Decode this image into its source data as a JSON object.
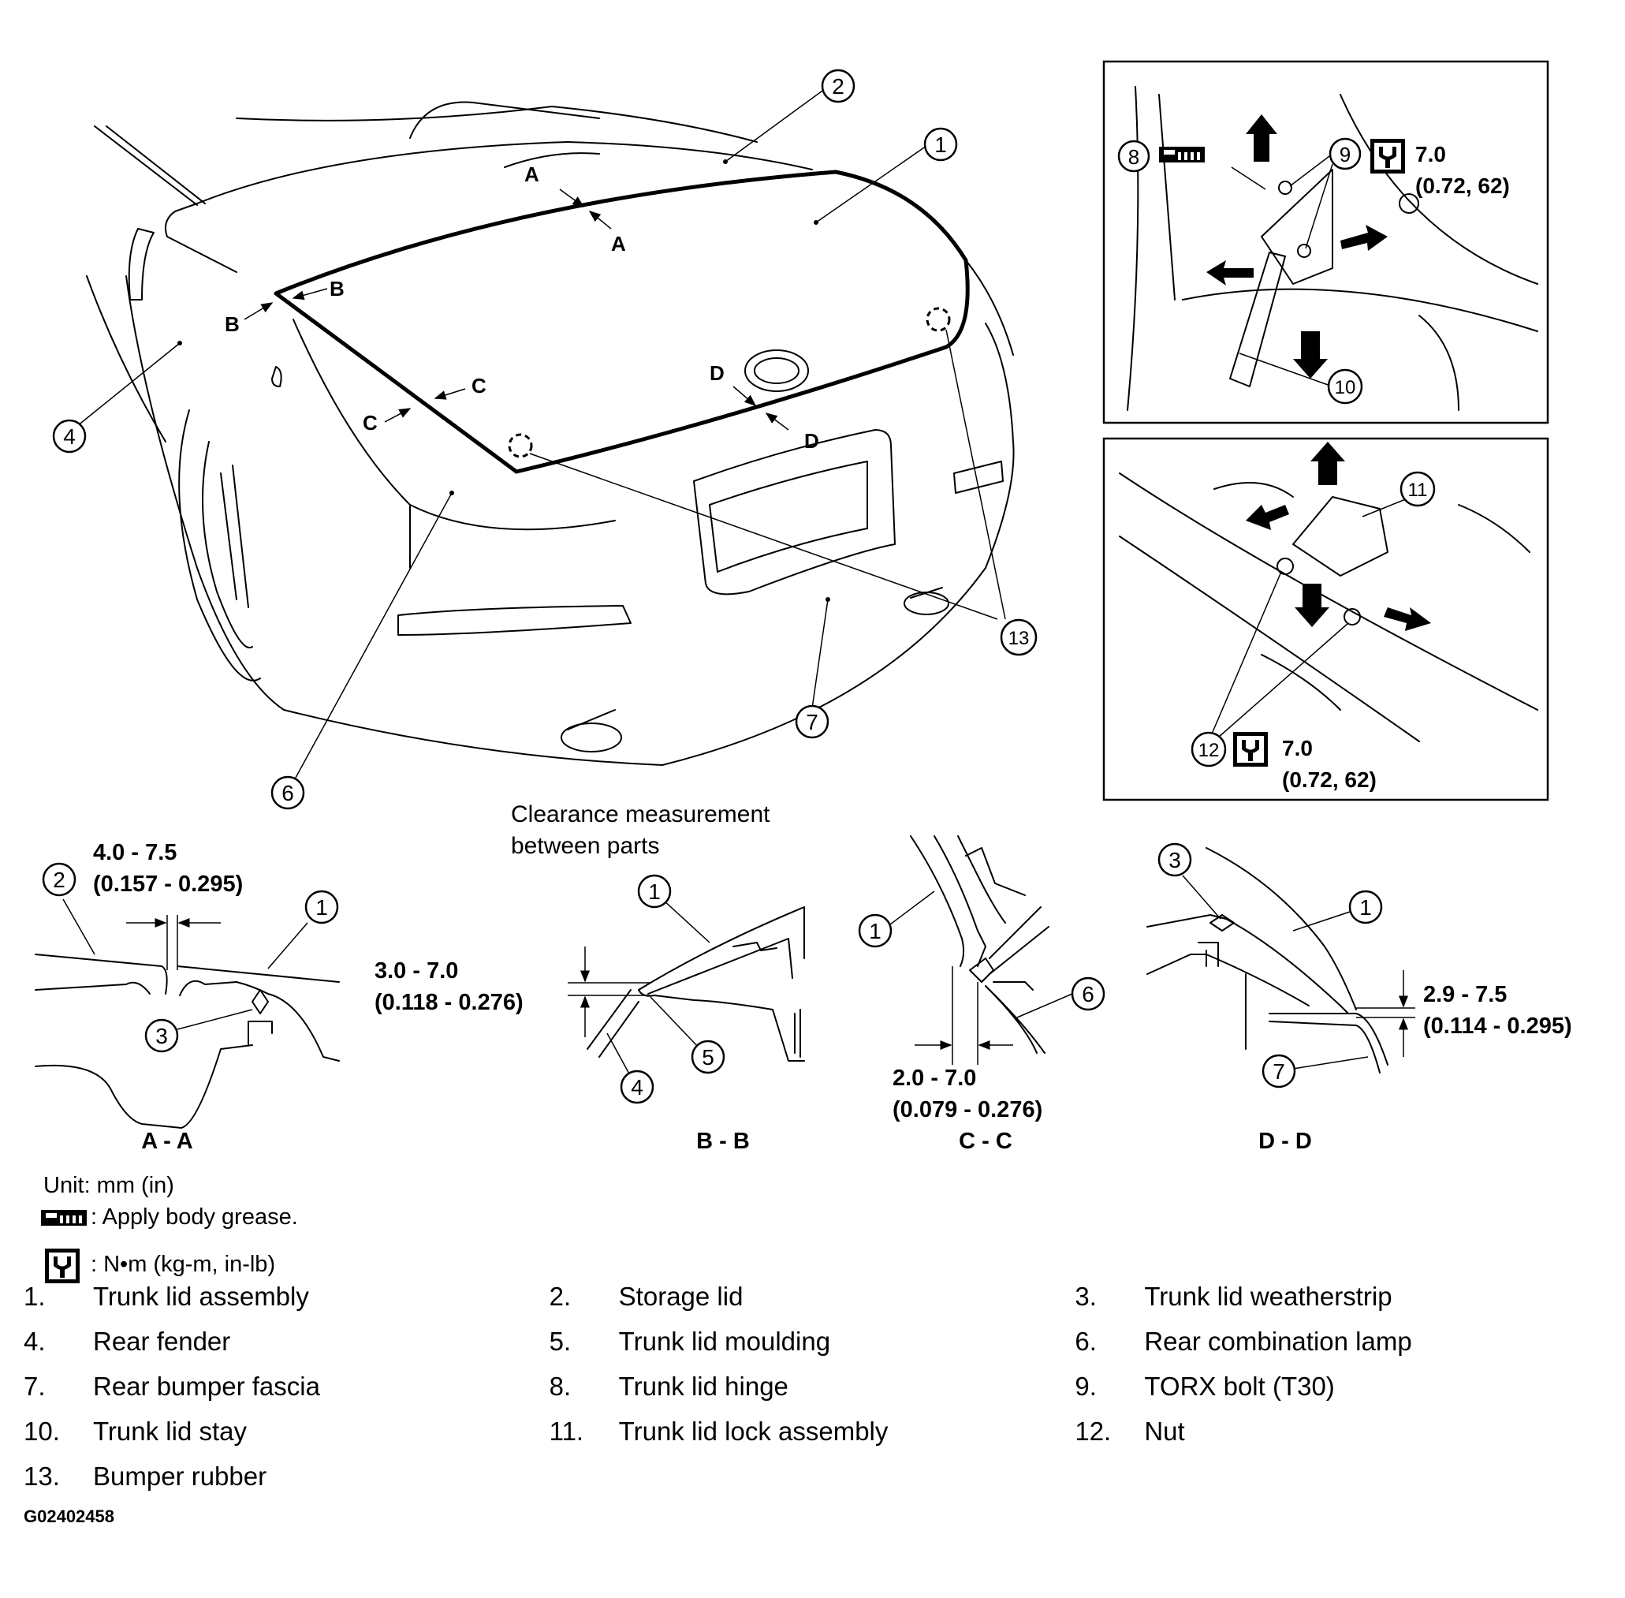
{
  "callouts": {
    "c1": "1",
    "c2": "2",
    "c3": "3",
    "c4": "4",
    "c5": "5",
    "c6": "6",
    "c7": "7",
    "c8": "8",
    "c9": "9",
    "c10": "10",
    "c11": "11",
    "c12": "12",
    "c13": "13"
  },
  "section_markers": {
    "a": "A",
    "b": "B",
    "c": "C",
    "d": "D"
  },
  "torque": {
    "hinge_value": "7.0",
    "hinge_units": "(0.72, 62)",
    "lock_value": "7.0",
    "lock_units": "(0.72, 62)"
  },
  "clearance_title": [
    "Clearance measurement",
    "between parts"
  ],
  "sections": {
    "aa": {
      "label": "A - A",
      "dim": "4.0 - 7.5",
      "dim_in": "(0.157 - 0.295)"
    },
    "bb": {
      "label": "B - B",
      "dim": "3.0 - 7.0",
      "dim_in": "(0.118 - 0.276)"
    },
    "cc": {
      "label": "C - C",
      "dim": "2.0 - 7.0",
      "dim_in": "(0.079 - 0.276)"
    },
    "dd": {
      "label": "D - D",
      "dim": "2.9 - 7.5",
      "dim_in": "(0.114 - 0.295)"
    }
  },
  "notes": {
    "unit": "Unit: mm (in)",
    "grease": ": Apply body grease.",
    "torque": ": N•m (kg-m, in-lb)"
  },
  "legend": [
    {
      "num": "1.",
      "label": "Trunk lid assembly"
    },
    {
      "num": "2.",
      "label": "Storage lid"
    },
    {
      "num": "3.",
      "label": "Trunk lid weatherstrip"
    },
    {
      "num": "4.",
      "label": "Rear fender"
    },
    {
      "num": "5.",
      "label": "Trunk lid moulding"
    },
    {
      "num": "6.",
      "label": "Rear combination lamp"
    },
    {
      "num": "7.",
      "label": "Rear bumper fascia"
    },
    {
      "num": "8.",
      "label": "Trunk lid hinge"
    },
    {
      "num": "9.",
      "label": "TORX bolt (T30)"
    },
    {
      "num": "10.",
      "label": "Trunk lid stay"
    },
    {
      "num": "11.",
      "label": "Trunk lid lock assembly"
    },
    {
      "num": "12.",
      "label": "Nut"
    },
    {
      "num": "13.",
      "label": "Bumper rubber"
    }
  ],
  "figure_code": "G02402458"
}
